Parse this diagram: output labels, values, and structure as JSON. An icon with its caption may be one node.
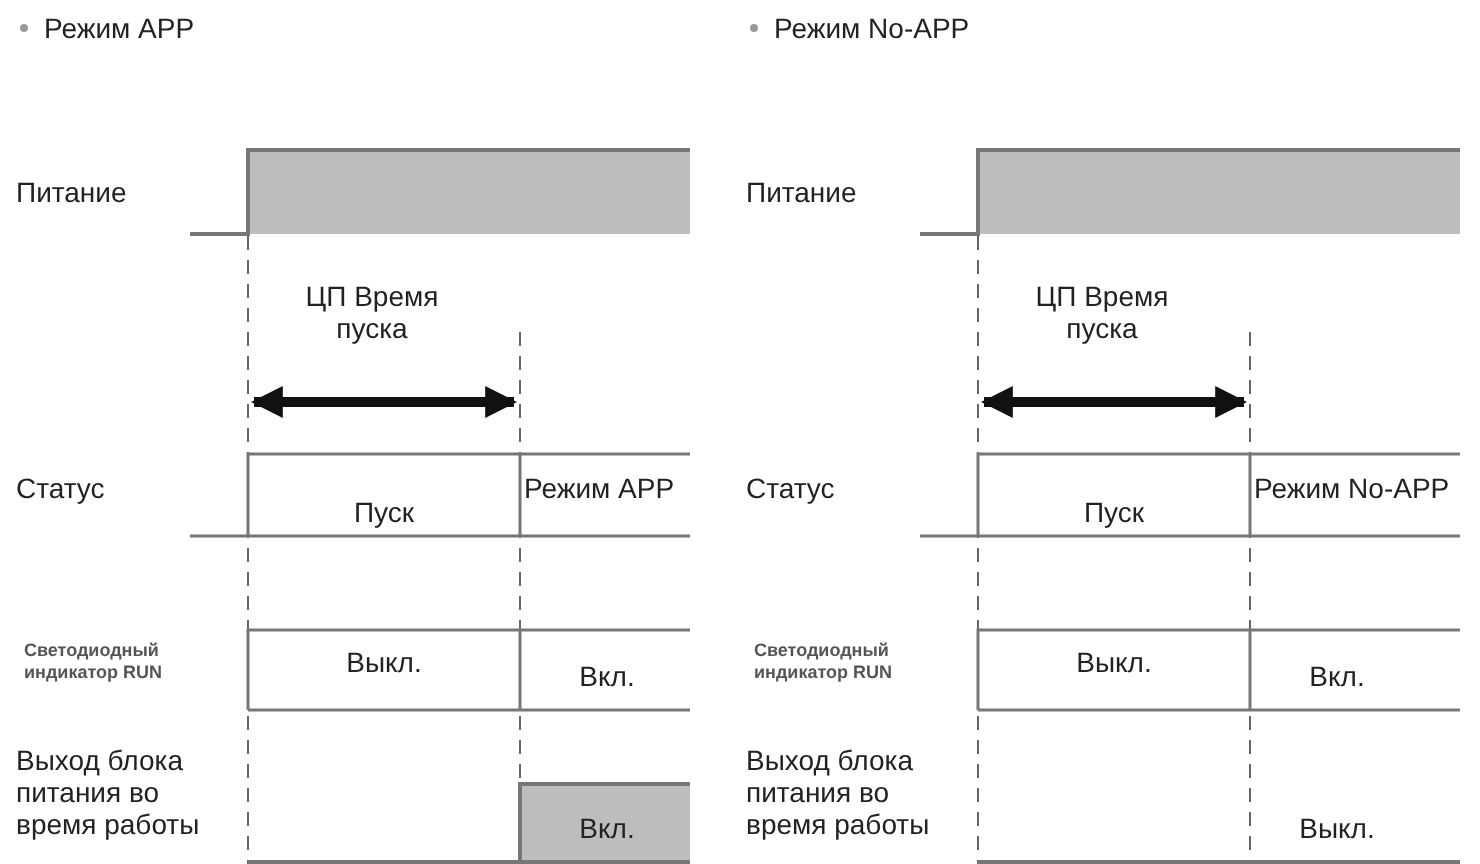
{
  "diagram": {
    "labels": [
      "Режим APP",
      "Питание",
      "ЦП Время пуска",
      "Статус",
      "Пуск",
      "Режим APP",
      "Светодиодный индикатор RUN",
      "Выкл.",
      "Вкл.",
      "Выход блока питания во время работы",
      "Вкл.",
      "Режим No-APP",
      "Питание",
      "ЦП Время пуска",
      "Статус",
      "Пуск",
      "Режим No-APP",
      "Светодиодный индикатор RUN",
      "Выкл.",
      "Вкл.",
      "Выход блока питания во время работы",
      "Выкл."
    ]
  }
}
